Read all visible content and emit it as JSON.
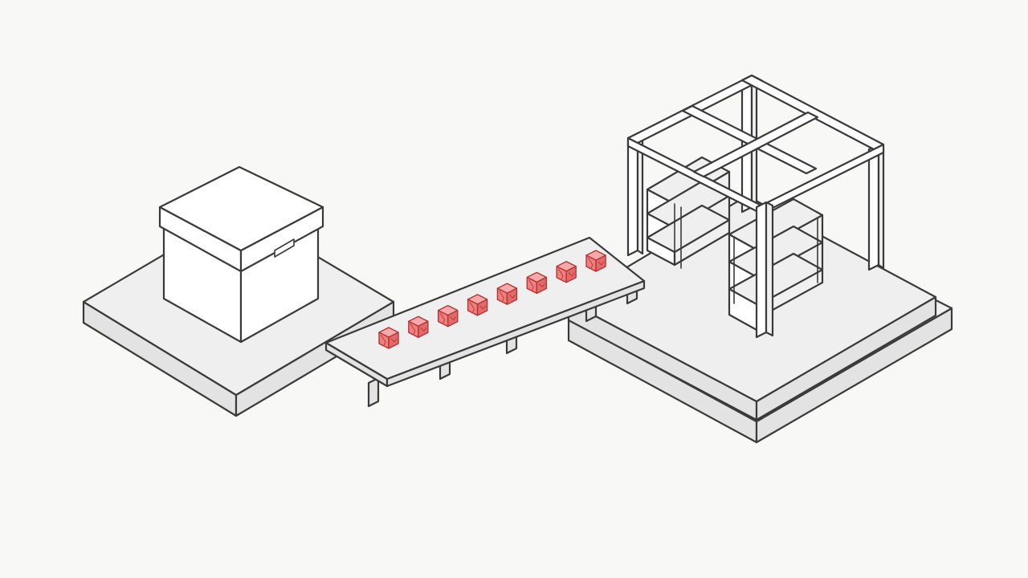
{
  "colors": {
    "background": "#f8f8f7",
    "outline": "#3a3a3a",
    "platform_top": "#efefef",
    "platform_side": "#e3e3e3",
    "box_face": "#ffffff",
    "item_fill": "#f08080",
    "item_top": "#f6a9a9",
    "item_side": "#e46a6a"
  },
  "scene": {
    "left_platform": {
      "has_box": true
    },
    "conveyor": {
      "item_count": 8,
      "item_shape": "cube"
    },
    "right_platform": {
      "levels": 2,
      "frame": "open-cube",
      "shelf_units": 2,
      "shelf_levels": 3
    }
  }
}
